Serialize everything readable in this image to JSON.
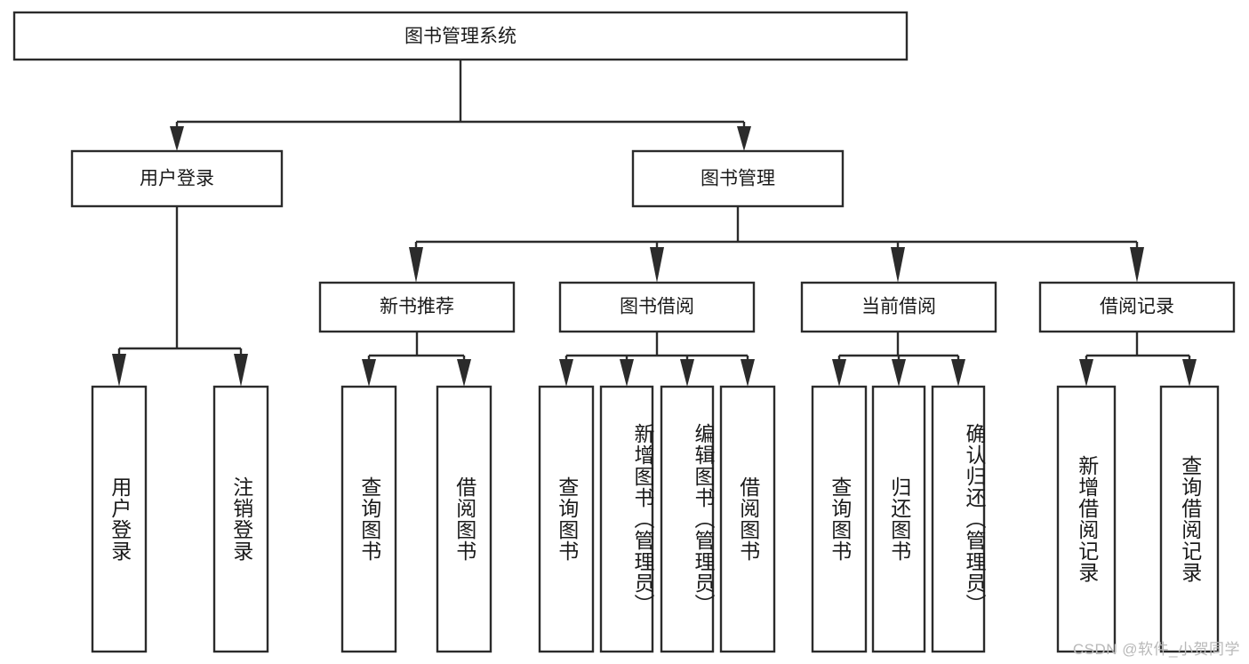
{
  "diagram": {
    "title": "图书管理系统",
    "type": "tree-hierarchy",
    "root": {
      "id": "root",
      "label": "图书管理系统"
    },
    "level1": [
      {
        "id": "user-login",
        "label": "用户登录"
      },
      {
        "id": "book-management",
        "label": "图书管理"
      }
    ],
    "level2": [
      {
        "id": "new-book-recommend",
        "label": "新书推荐",
        "parent": "book-management"
      },
      {
        "id": "book-borrow",
        "label": "图书借阅",
        "parent": "book-management"
      },
      {
        "id": "current-borrow",
        "label": "当前借阅",
        "parent": "book-management"
      },
      {
        "id": "borrow-record",
        "label": "借阅记录",
        "parent": "book-management"
      }
    ],
    "leaves": {
      "user_login": [
        {
          "id": "leaf-user-login",
          "label": "用户登录"
        },
        {
          "id": "leaf-user-logout",
          "label": "注销登录"
        }
      ],
      "new_book_recommend": [
        {
          "id": "leaf-query-book-1",
          "label": "查询图书"
        },
        {
          "id": "leaf-borrow-book-1",
          "label": "借阅图书"
        }
      ],
      "book_borrow": [
        {
          "id": "leaf-query-book-2",
          "label": "查询图书"
        },
        {
          "id": "leaf-add-book",
          "label": "新增图书（管理员）"
        },
        {
          "id": "leaf-edit-book",
          "label": "编辑图书（管理员）"
        },
        {
          "id": "leaf-borrow-book-2",
          "label": "借阅图书"
        }
      ],
      "current_borrow": [
        {
          "id": "leaf-query-book-3",
          "label": "查询图书"
        },
        {
          "id": "leaf-return-book",
          "label": "归还图书"
        },
        {
          "id": "leaf-confirm-return",
          "label": "确认归还（管理员）"
        }
      ],
      "borrow_record": [
        {
          "id": "leaf-add-record",
          "label": "新增借阅记录"
        },
        {
          "id": "leaf-query-record",
          "label": "查询借阅记录"
        }
      ]
    }
  },
  "watermark": {
    "text": "CSDN @软件_小贺同学"
  },
  "colors": {
    "background": "#ffffff",
    "stroke": "#2b2b2b",
    "text": "#1a1a1a",
    "watermark": "#b9b9b9"
  }
}
